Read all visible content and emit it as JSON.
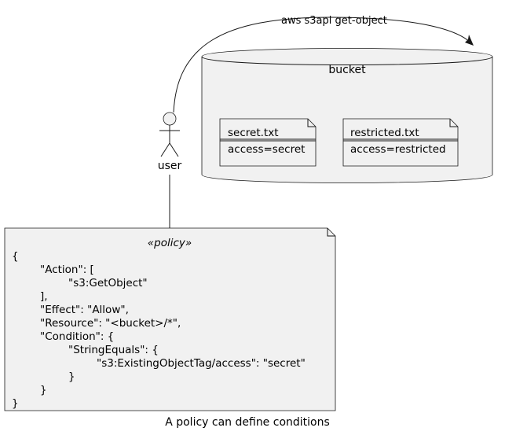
{
  "diagram": {
    "arrow_label": "aws s3api get-object",
    "bucket": {
      "label": "bucket",
      "files": [
        {
          "name": "secret.txt",
          "tag": "access=secret"
        },
        {
          "name": "restricted.txt",
          "tag": "access=restricted"
        }
      ]
    },
    "actor": {
      "label": "user"
    },
    "policy": {
      "stereotype": "«policy»",
      "lines": [
        "{",
        "\"Action\": [",
        "\"s3:GetObject\"",
        "],",
        "\"Effect\": \"Allow\",",
        "\"Resource\": \"<bucket>/*\",",
        "\"Condition\": {",
        "\"StringEquals\": {",
        "\"s3:ExistingObjectTag/access\": \"secret\"",
        "}",
        "}",
        "}"
      ]
    },
    "caption": "A policy can define conditions"
  },
  "colors": {
    "shape_fill": "#F1F1F1",
    "stroke": "#181818",
    "background": "#FFFFFF"
  }
}
